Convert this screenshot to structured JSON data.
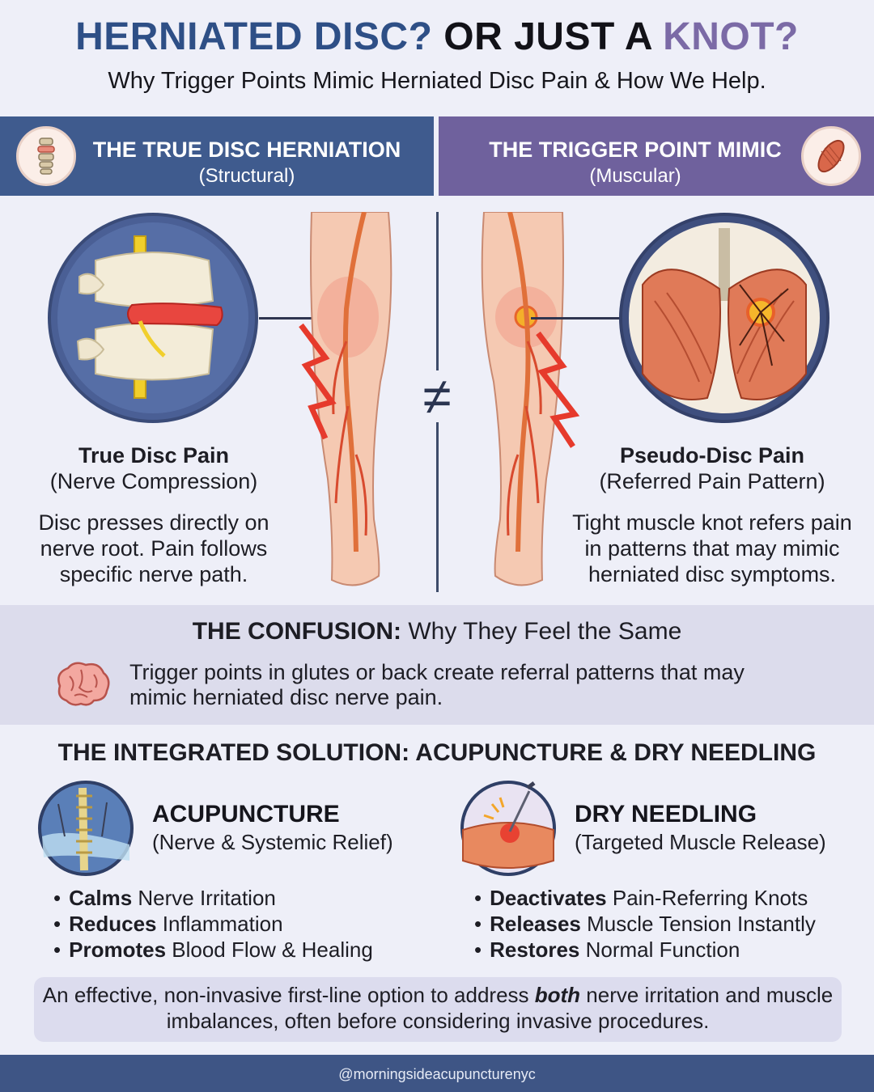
{
  "header": {
    "title_part1": "HERNIATED DISC?",
    "title_part2": "OR JUST A",
    "title_part3": "KNOT?",
    "subtitle": "Why Trigger Points Mimic Herniated Disc Pain & How We Help."
  },
  "left_column": {
    "band_title": "THE TRUE DISC HERNIATION",
    "band_subtitle": "(Structural)",
    "icon": "spine-icon",
    "pain_title": "True Disc Pain",
    "pain_subtitle": "(Nerve Compression)",
    "pain_lines": [
      "Disc presses directly on",
      "nerve root. Pain follows",
      "specific nerve path."
    ]
  },
  "right_column": {
    "band_title": "THE TRIGGER POINT MIMIC",
    "band_subtitle": "(Muscular)",
    "icon": "muscle-icon",
    "pain_title": "Pseudo-Disc Pain",
    "pain_subtitle": "(Referred Pain Pattern)",
    "pain_lines": [
      "Tight muscle knot refers pain",
      "in patterns that may mimic",
      "herniated disc symptoms."
    ]
  },
  "comparison_symbol": "≠",
  "confusion": {
    "title_bold": "THE CONFUSION:",
    "title_rest": " Why They Feel the Same",
    "icon": "brain-icon",
    "lines": [
      "Trigger points in glutes or back create referral patterns that may",
      "mimic herniated disc nerve pain."
    ]
  },
  "solution": {
    "title": "THE INTEGRATED SOLUTION: ACUPUNCTURE & DRY NEEDLING",
    "acupuncture": {
      "title": "ACUPUNCTURE",
      "subtitle": "(Nerve & Systemic Relief)",
      "bullets": [
        {
          "bold": "Calms",
          "rest": " Nerve Irritation"
        },
        {
          "bold": "Reduces",
          "rest": " Inflammation"
        },
        {
          "bold": "Promotes",
          "rest": " Blood Flow & Healing"
        }
      ]
    },
    "dry_needling": {
      "title": "DRY NEEDLING",
      "subtitle": "(Targeted Muscle Release)",
      "bullets": [
        {
          "bold": "Deactivates",
          "rest": " Pain-Referring Knots"
        },
        {
          "bold": "Releases",
          "rest": " Muscle Tension Instantly"
        },
        {
          "bold": "Restores",
          "rest": " Normal Function"
        }
      ]
    }
  },
  "summary": {
    "part1": "An effective, non-invasive first-line option to address ",
    "emphasis": "both",
    "part2": " nerve irritation and muscle imbalances, often before considering invasive procedures."
  },
  "footer": {
    "handle": "@morningsideacupuncturenyc"
  },
  "colors": {
    "blue": "#3f5b8e",
    "purple": "#6f619d",
    "pain_red": "#e2452e"
  }
}
